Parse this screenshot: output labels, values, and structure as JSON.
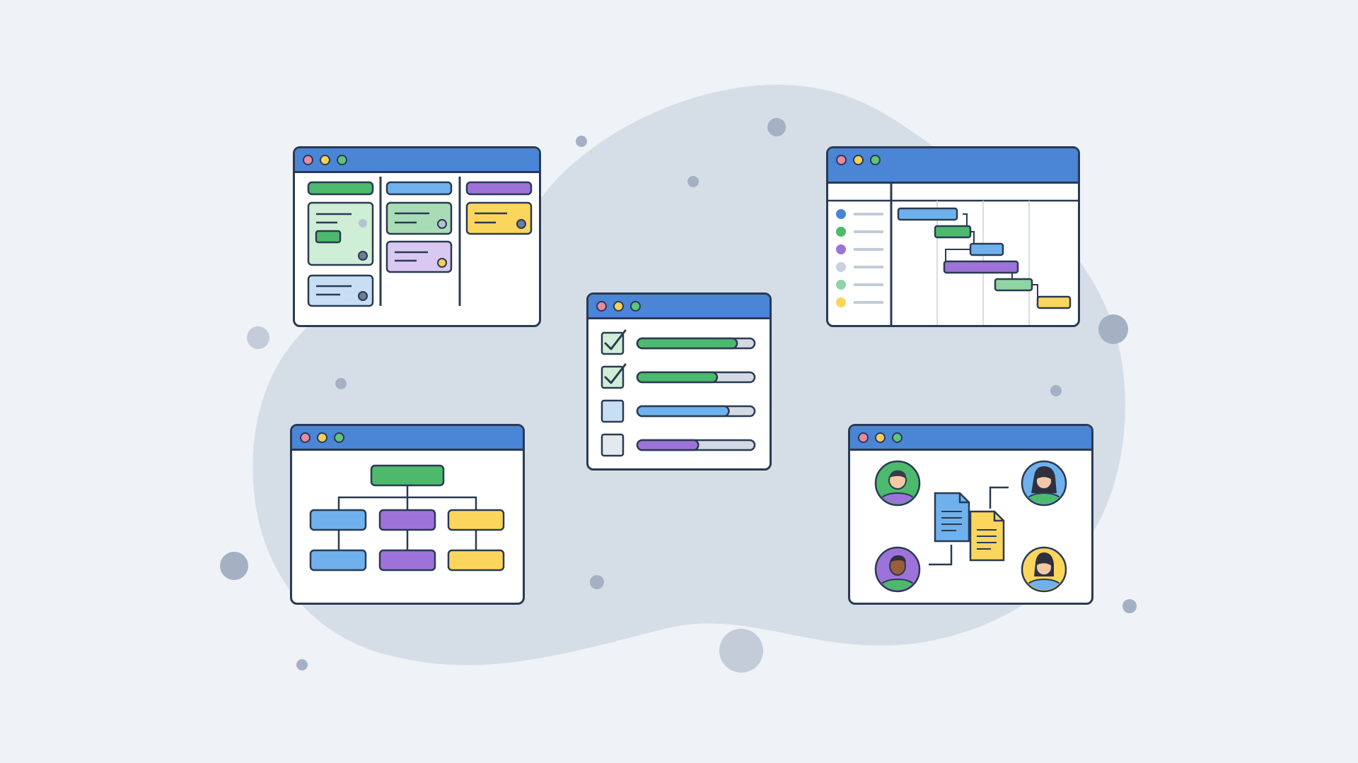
{
  "scene": {
    "background": "#eff2f6",
    "blob_color": "#d5dde7",
    "outline_color": "#2a3a52",
    "titlebar_color": "#4a85d6"
  },
  "palette": {
    "green": "#4cb96c",
    "green_light": "#cfeed6",
    "blue": "#6fb1ec",
    "blue_light": "#c7def5",
    "purple": "#9d73d9",
    "purple_light": "#d9c8f2",
    "yellow": "#fcd65c",
    "traffic_red": "#e88aa5",
    "traffic_yellow": "#f6d05a",
    "traffic_green": "#5fc57c"
  },
  "windows": {
    "kanban": {
      "icon": "kanban-board-icon",
      "columns": 3
    },
    "gantt": {
      "icon": "gantt-chart-icon",
      "rows": 6
    },
    "tasks": {
      "icon": "checklist-icon",
      "items": [
        {
          "checked": true,
          "progress": 0.85,
          "color": "green"
        },
        {
          "checked": true,
          "progress": 0.68,
          "color": "green"
        },
        {
          "checked": false,
          "progress": 0.78,
          "color": "blue"
        },
        {
          "checked": false,
          "progress": 0.52,
          "color": "purple"
        }
      ]
    },
    "org": {
      "icon": "org-chart-icon",
      "levels": 3
    },
    "collab": {
      "icon": "team-collaboration-icon",
      "people": 4,
      "documents": 2
    }
  }
}
